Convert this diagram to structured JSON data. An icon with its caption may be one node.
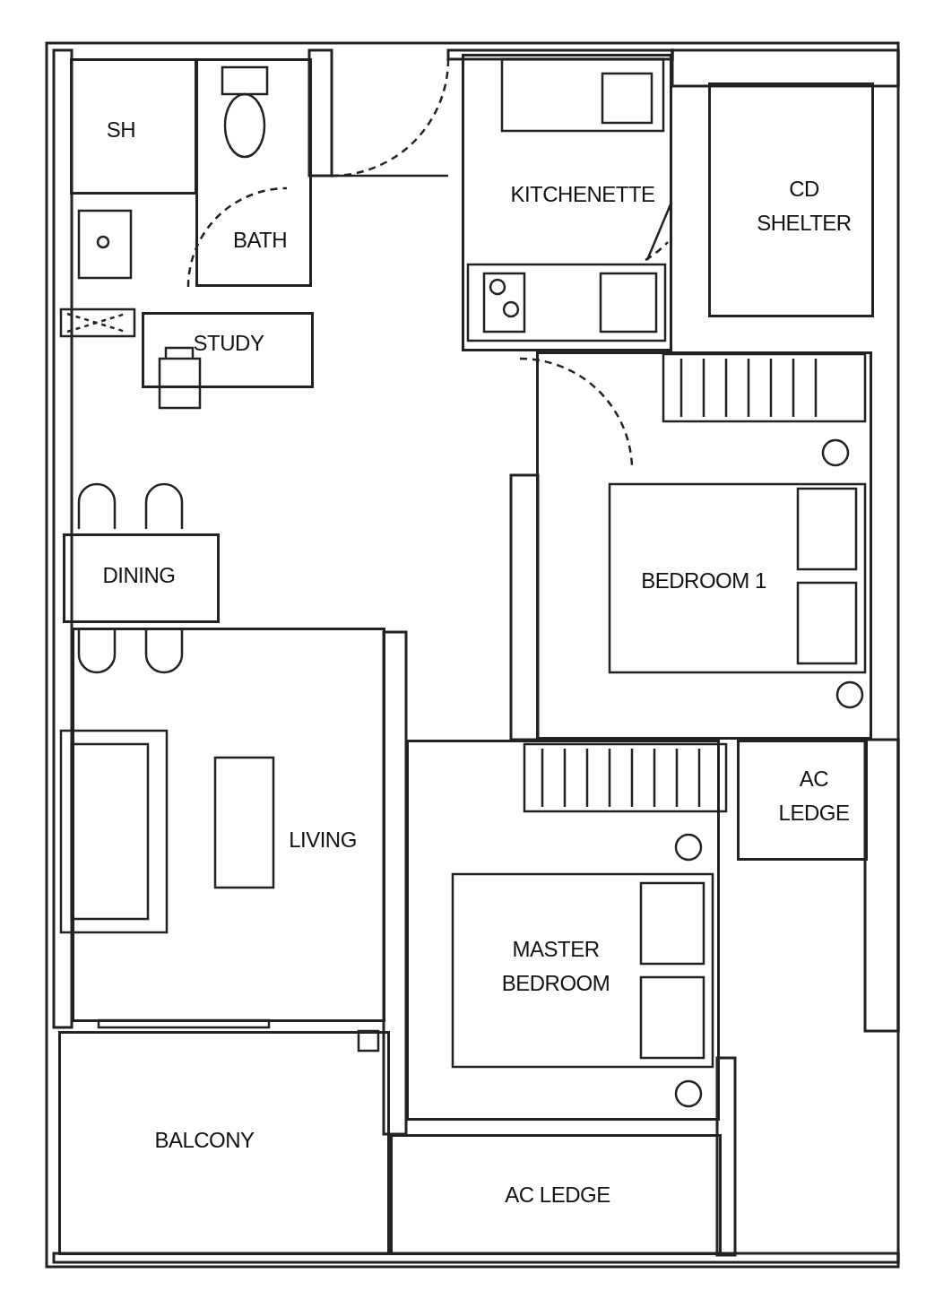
{
  "diagram": {
    "nodes": [
      {
        "text": [
          "SH"
        ]
      },
      {
        "text": [
          "BATH"
        ]
      },
      {
        "text": [
          "STUDY"
        ]
      },
      {
        "text": [
          "KITCHENETTE"
        ]
      },
      {
        "text": [
          "CD SHELTER"
        ]
      },
      {
        "text": [
          "DINING"
        ]
      },
      {
        "text": [
          "BEDROOM 1"
        ]
      },
      {
        "text": [
          "LIVING"
        ]
      },
      {
        "text": [
          "AC LEDGE"
        ]
      },
      {
        "text": [
          "MASTER BEDROOM"
        ]
      },
      {
        "text": [
          "BALCONY"
        ]
      },
      {
        "text": [
          "AC LEDGE"
        ]
      }
    ]
  }
}
